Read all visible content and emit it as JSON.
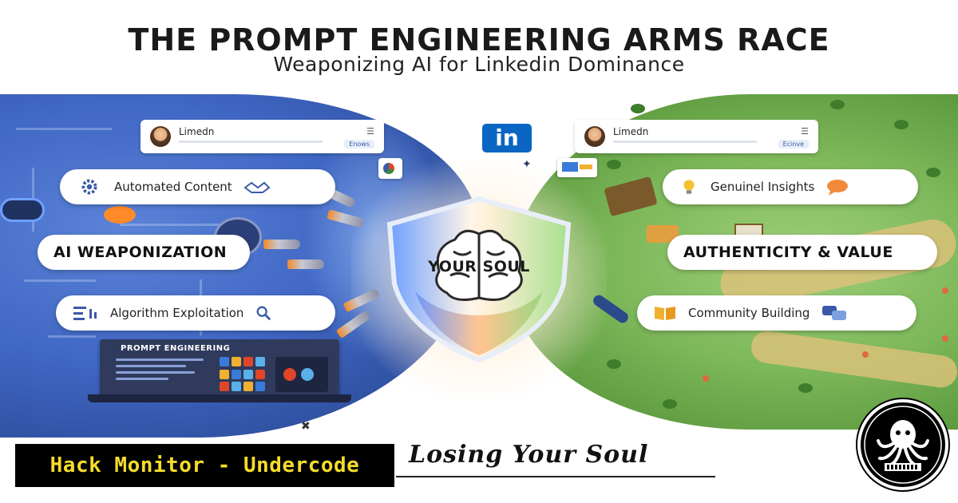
{
  "header": {
    "title": "THE PROMPT ENGINEERING ARMS RACE",
    "subtitle": "Weaponizing AI for Linkedin Dominance"
  },
  "left_profile": {
    "name": "Limedn",
    "tag": "Enows"
  },
  "right_profile": {
    "name": "Limedn",
    "tag": "Ecinve"
  },
  "linkedin_logo": "in",
  "left_items": [
    {
      "label": "Automated Content",
      "icon": "gear-icon"
    },
    {
      "label": "AI WEAPONIZATION",
      "icon": ""
    },
    {
      "label": "Algorithm Exploitation",
      "icon": "search-icon"
    }
  ],
  "right_items": [
    {
      "label": "Genuinel Insights",
      "icon": "lightbulb-icon"
    },
    {
      "label": "AUTHENTICITY & VALUE",
      "icon": ""
    },
    {
      "label": "Community Building",
      "icon": "chat-icon"
    }
  ],
  "shield": {
    "label": "YOUR SOUL"
  },
  "laptop": {
    "title": "PROMPT ENGINEERING"
  },
  "banner": {
    "text": "Hack Monitor - Undercode"
  },
  "tagline": "Losing Your Soul",
  "colors": {
    "banner_bg": "#000000",
    "banner_text": "#f5dc2a",
    "linkedin_blue": "#0a66c2",
    "left_theme": "#3f67c4",
    "right_theme": "#7db85a"
  }
}
